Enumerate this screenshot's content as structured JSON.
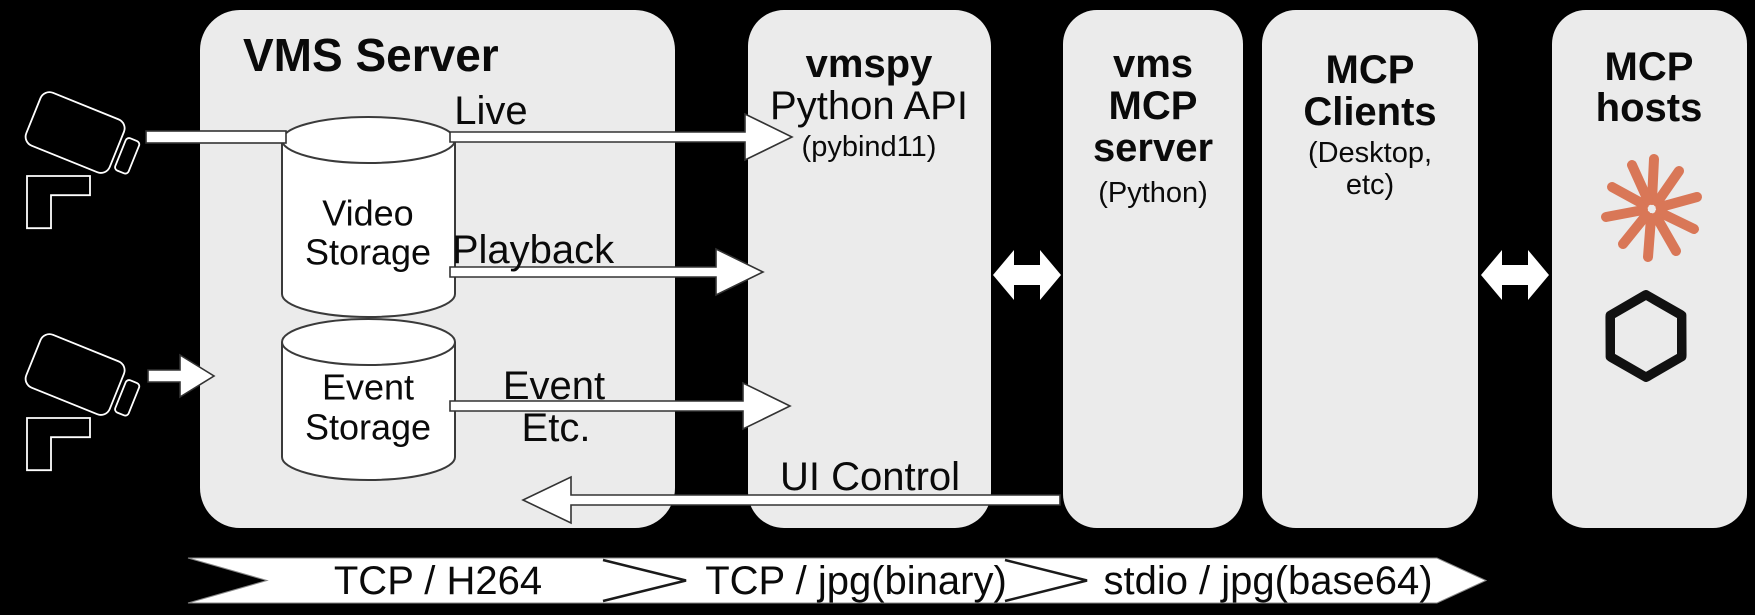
{
  "colors": {
    "background": "#000000",
    "box_fill": "#ebebeb",
    "shape_fill": "#ffffff",
    "outline": "#333333",
    "text": "#0a0a0a",
    "claude_orange": "#d97757",
    "openai_black": "#111111"
  },
  "icons": {
    "camera_top": "cctv-camera-icon",
    "camera_bottom": "cctv-camera-icon",
    "claude": "claude-spark-icon",
    "openai": "openai-logo-icon",
    "link_arrows": "double-headed-arrow-icon"
  },
  "boxes": {
    "vms_server": {
      "title": "VMS Server"
    },
    "vmspy": {
      "title": "vmspy",
      "subtitle": "Python API",
      "note": "(pybind11)"
    },
    "vms_mcp_server": {
      "line1": "vms",
      "line2": "MCP",
      "line3": "server",
      "note": "(Python)"
    },
    "mcp_clients": {
      "line1": "MCP",
      "line2": "Clients",
      "note_line1": "(Desktop,",
      "note_line2": "etc)"
    },
    "mcp_hosts": {
      "line1": "MCP",
      "line2": "hosts"
    }
  },
  "storage": {
    "video": {
      "line1": "Video",
      "line2": "Storage"
    },
    "event": {
      "line1": "Event",
      "line2": "Storage"
    }
  },
  "flows": {
    "live": "Live",
    "playback": "Playback",
    "event_line1": "Event",
    "event_line2": "Etc.",
    "ui_control": "UI Control"
  },
  "banner": {
    "segments": [
      "TCP / H264",
      "TCP / jpg(binary)",
      "stdio / jpg(base64)"
    ]
  }
}
